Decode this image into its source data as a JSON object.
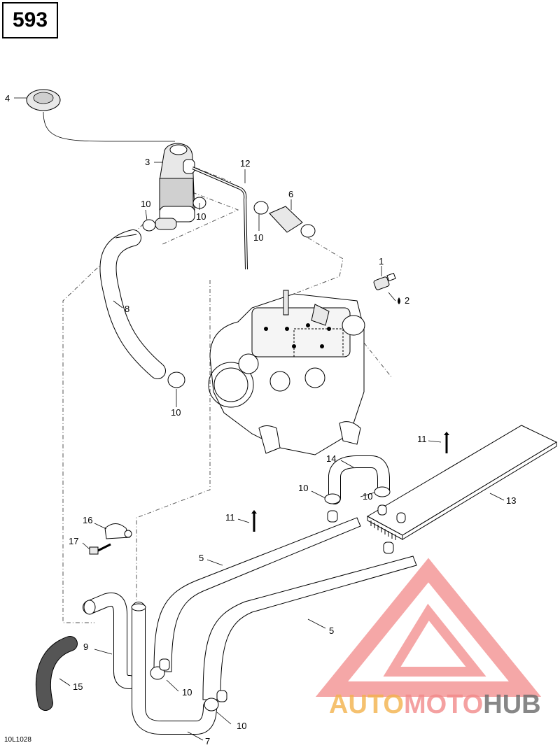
{
  "page_number": "593",
  "diagram_code": "10L1028",
  "watermark": {
    "part1": "AUTO",
    "part2": "MOTO",
    "part3": "HUB",
    "color_orange": "#f3b24c",
    "color_red": "#f28a8a",
    "color_gray": "#6a6a6a"
  },
  "callouts": [
    "1",
    "2",
    "3",
    "4",
    "5",
    "5",
    "6",
    "7",
    "8",
    "9",
    "10",
    "10",
    "10",
    "10",
    "10",
    "10",
    "10",
    "10",
    "11",
    "11",
    "12",
    "13",
    "14",
    "15",
    "16",
    "17"
  ]
}
